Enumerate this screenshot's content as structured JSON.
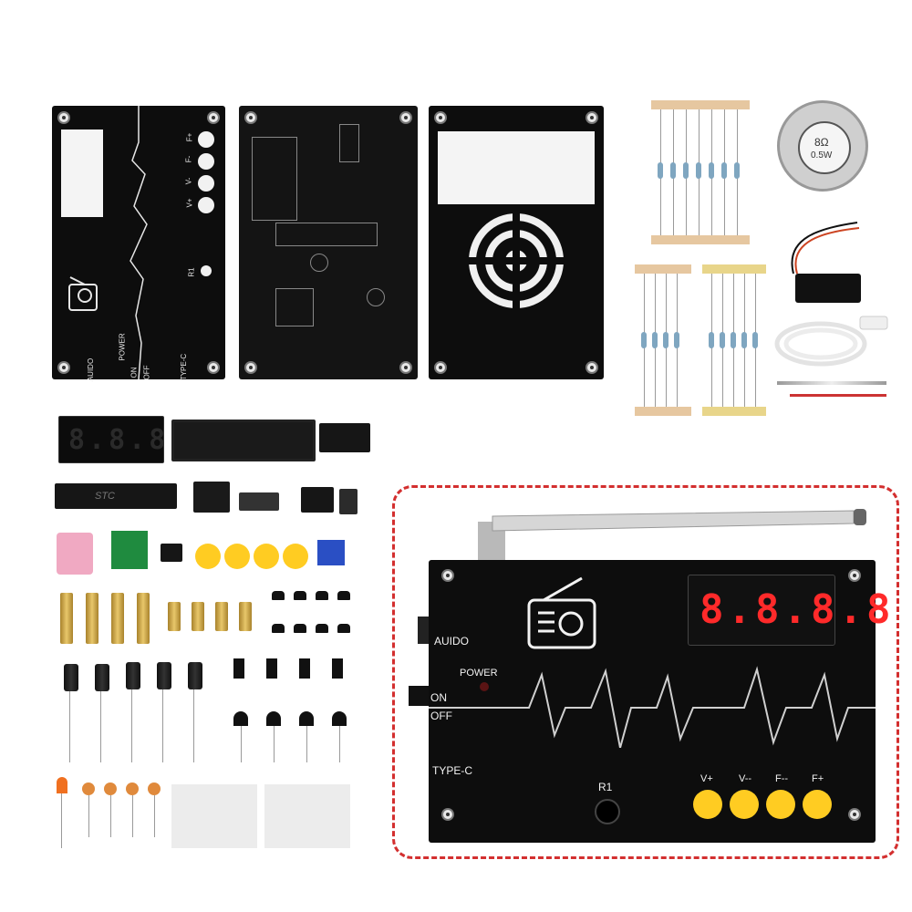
{
  "front_panel": {
    "labels": [
      "R1",
      "POWER",
      "AUIDO",
      "ON",
      "OFF",
      "TYPE-C",
      "F+",
      "F-",
      "V-",
      "V+"
    ]
  },
  "speaker": {
    "label_line1": "8Ω",
    "label_line2": "0.5W"
  },
  "chip_marking": "STC",
  "assembled": {
    "display_value": "8.8.8.8",
    "labels": {
      "audio": "AUIDO",
      "power": "POWER",
      "on": "ON",
      "off": "OFF",
      "typec": "TYPE-C",
      "r1": "R1",
      "v_plus": "V+",
      "v_minus": "V--",
      "f_minus": "F--",
      "f_plus": "F+"
    }
  },
  "colors": {
    "board": "#0d0d0d",
    "button": "#ffcc22",
    "display_red": "#ff2a2a",
    "highlight_border": "#d32f2f"
  }
}
